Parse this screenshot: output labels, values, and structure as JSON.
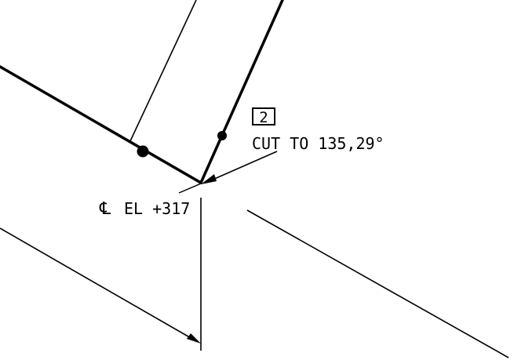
{
  "callout": {
    "number": "2",
    "instruction": "CUT TO 135,29°"
  },
  "elevation": {
    "symbol": "℄",
    "label": "EL +317"
  },
  "colors": {
    "ink": "#000000",
    "background": "#ffffff"
  }
}
